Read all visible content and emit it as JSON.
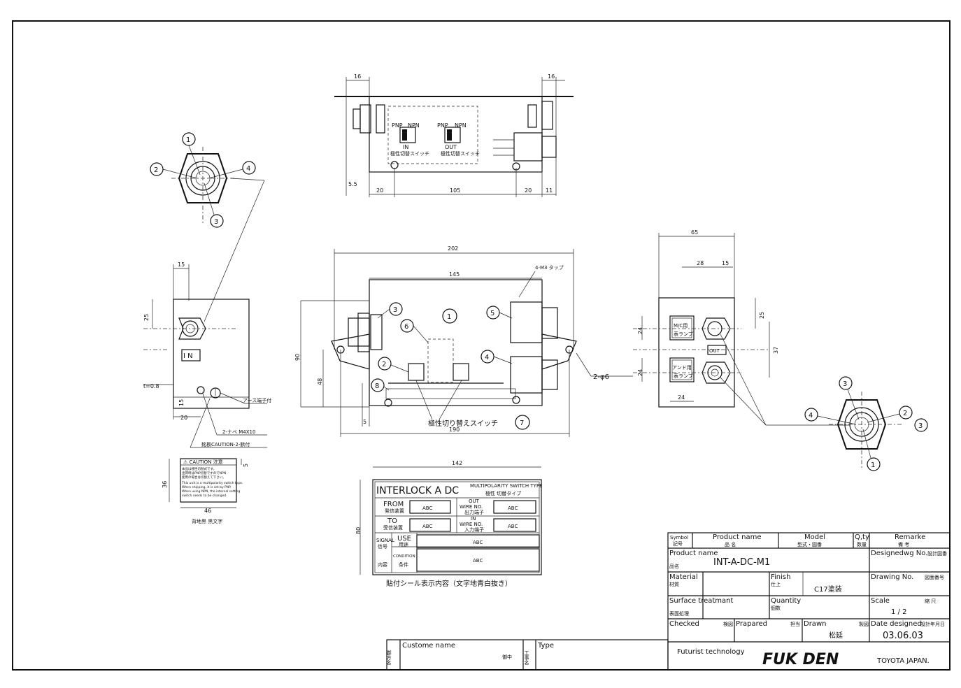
{
  "callouts": [
    "1",
    "2",
    "3",
    "4",
    "5",
    "6",
    "7",
    "8"
  ],
  "top_view": {
    "dims": [
      "16",
      "16",
      "20",
      "105",
      "20",
      "11",
      "5.5"
    ],
    "switch_labels": [
      "PNP",
      "NPN",
      "PNP",
      "NPN"
    ],
    "in_label": "IN",
    "out_label": "OUT",
    "switch_caption": "極性切替スイッチ"
  },
  "left_view": {
    "dims": [
      "15",
      "25",
      "20",
      "15"
    ],
    "in_label": "I N",
    "thickness": "t=0.8",
    "earth_note": "アース端子付",
    "screw_note": "2-ナベ M4X10",
    "caution_note": "銘板CAUTION-2-鋲付"
  },
  "front_view": {
    "dims": [
      "202",
      "145",
      "90",
      "48",
      "190",
      "5"
    ],
    "hole_note": "4-M3 タップ",
    "hole_dia": "2-φ6",
    "switch_note": "極性切り替えスイッチ"
  },
  "right_view": {
    "dims": [
      "65",
      "28",
      "15",
      "25",
      "37",
      "24",
      "24",
      "24"
    ],
    "lamp1_label": "M/C用",
    "lamp1_sub": "表ランプ",
    "lamp2_label": "アンド用",
    "lamp2_sub": "表ランプ",
    "out_label": "OUT"
  },
  "caution_plate": {
    "title": "⚠ CAUTION 注意",
    "dims": [
      "36",
      "46",
      "5"
    ],
    "lines": [
      "本品は極性切替式です。",
      "出荷時はPNP切替ですのでNPN",
      "使用の場合は切替えて下さい。",
      "This unit is a multipolarity switch type.",
      "When shipping, it is set by PNP.",
      "When using NPN, the internal setting",
      "switch needs to be changed."
    ],
    "caption": "背地黒 黒文字"
  },
  "label_plate": {
    "width_dim": "142",
    "height_dim": "80",
    "title": "INTERLOCK A  DC",
    "type_en": "MULTIPOLARITY SWITCH TYPE",
    "type_jp": "極性  切替タイプ",
    "from_en": "FROM",
    "from_jp": "発信装置",
    "to_en": "TO",
    "to_jp": "受信装置",
    "out_en": "OUT",
    "out_wire": "WIRE NO.",
    "out_jp": "出力端子",
    "in_en": "IN",
    "in_wire": "WIRE NO.",
    "in_jp": "入力端子",
    "signal_en": "SIGNAL",
    "signal_jp": "信号",
    "use_en": "USE",
    "use_jp": "用途",
    "cond_en": "CONDITION",
    "cond_jp": "条件",
    "content_jp": "内容",
    "field": "ABC",
    "caption": "貼付シール表示内容（文字地青白抜き）"
  },
  "title_block": {
    "symbol": "Symbol",
    "symbol_jp": "記号",
    "product_name": "Product name",
    "product_name_jp": "品  名",
    "model": "Model",
    "model_jp": "型式・図番",
    "qty": "Q,ty",
    "qty_jp": "数量",
    "remarks": "Remarke",
    "remarks_jp": "備  考",
    "product_name_label": "Product name",
    "product_name_label_jp": "品名",
    "product_value": "INT-A-DC-M1",
    "designed_dwg": "Designedwg No.",
    "designed_dwg_jp": "設計図番",
    "material": "Material",
    "material_jp": "材質",
    "finish": "Finish",
    "finish_jp": "仕上",
    "finish_value": "C17塗装",
    "drawing_no": "Drawing No.",
    "drawing_no_jp": "図面番号",
    "surface": "Surface treatmant",
    "surface_jp": "表面処理",
    "quantity": "Quantity",
    "quantity_jp": "個数",
    "scale": "Scale",
    "scale_jp": "縮  尺",
    "scale_value": "1 / 2",
    "checked": "Checked",
    "checked_jp": "検図",
    "prepared": "Prapared",
    "prepared_jp": "担当",
    "drawn": "Drawn",
    "drawn_jp": "製図",
    "drawn_value": "松延",
    "date": "Date designed",
    "date_jp": "設計年月日",
    "date_value": "03.06.03",
    "company_tag": "Futurist  technology",
    "logo": "FUK DEN",
    "company_loc": "TOYOTA  JAPAN.",
    "customer_jp": "御方名",
    "customer": "Custome name",
    "customer_suffix": "御中",
    "work_jp": "工事名",
    "type": "Type"
  }
}
